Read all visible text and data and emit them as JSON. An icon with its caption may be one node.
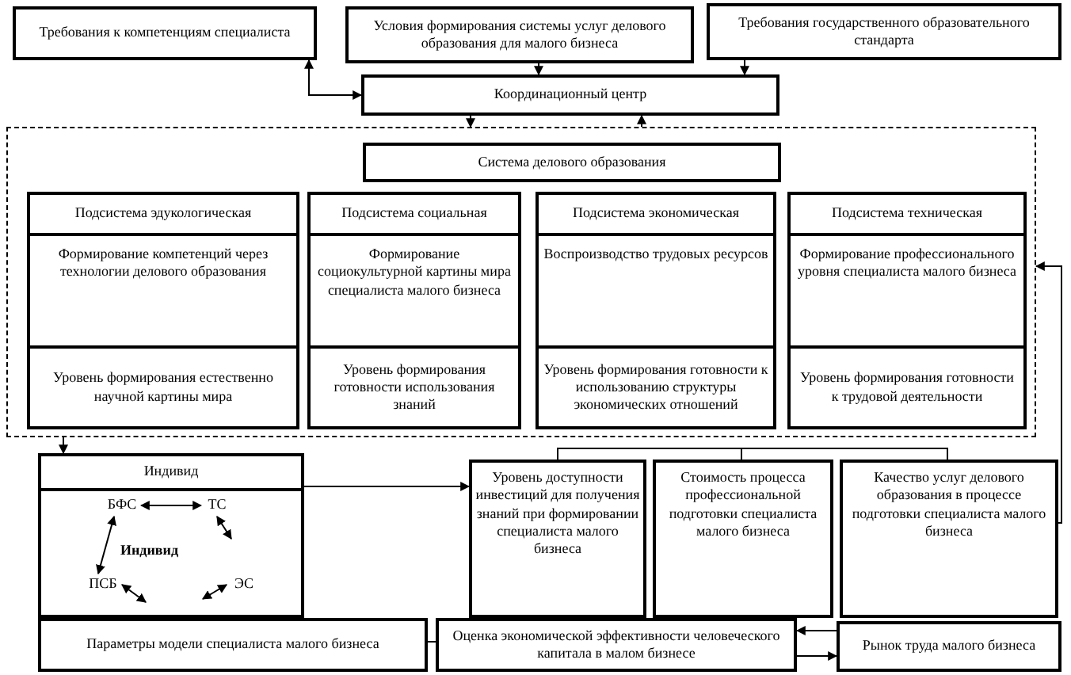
{
  "diagram": {
    "nodes": [
      {
        "text": [
          "Требования к компетенциям специалиста"
        ]
      },
      {
        "text": [
          "Условия формирования системы услуг делового образования для малого бизнеса"
        ]
      },
      {
        "text": [
          "Требования государственного образовательного стандарта"
        ]
      },
      {
        "text": [
          "Координационный центр"
        ]
      },
      {
        "text": [],
        "shape": "box"
      },
      {
        "text": [
          "Система делового образования"
        ],
        "in": 4
      },
      {
        "text": [
          "Подсистема эдукологическая",
          "Формирование компетенций через технологии делового образования",
          "Уровень формирования естественно научной картины мира"
        ],
        "in": 4
      },
      {
        "text": [
          "Подсистема социальная",
          "Формирование социокультурной картины мира специалиста малого бизнеса",
          "Уровень формирования готовности использования знаний"
        ],
        "in": 4
      },
      {
        "text": [
          "Подсистема экономическая",
          "Воспроизводство трудовых ресурсов",
          "Уровень формирования готовности к использованию структуры экономических отношений"
        ],
        "in": 4
      },
      {
        "text": [
          "Подсистема техническая",
          "Формирование профессионального уровня специалиста малого бизнеса",
          "Уровень формирования готовности к трудовой деятельности"
        ],
        "in": 4
      },
      {
        "text": [
          "Индивид",
          "Индивид"
        ]
      },
      {
        "text": [
          "БФС"
        ],
        "in": 10
      },
      {
        "text": [
          "ТС"
        ],
        "in": 10
      },
      {
        "text": [
          "ЭС"
        ],
        "in": 10
      },
      {
        "text": [
          "ПСБ"
        ],
        "in": 10
      },
      {
        "text": [
          "Уровень доступности инвестиций для получения знаний при формировании специалиста малого бизнеса"
        ]
      },
      {
        "text": [
          "Стоимость процесса профессиональной подготовки специалиста малого бизнеса"
        ]
      },
      {
        "text": [
          "Качество услуг делового образования в процессе подготовки специалиста малого бизнеса"
        ]
      },
      {
        "text": [
          "Параметры модели специалиста малого бизнеса"
        ]
      },
      {
        "text": [
          "Оценка экономической эффективности человеческого капитала в малом бизнесе"
        ]
      },
      {
        "text": [
          "Рынок труда малого бизнеса"
        ]
      }
    ],
    "edges": [
      {
        "from": 3,
        "to": 0,
        "arrow": "both"
      },
      {
        "from": 1,
        "to": 3,
        "arrow": "to"
      },
      {
        "from": 2,
        "to": 3,
        "arrow": "to"
      },
      {
        "from": 3,
        "to": 4,
        "arrow": "to"
      },
      {
        "from": 4,
        "to": 3,
        "arrow": "to"
      },
      {
        "from": 4,
        "to": 10,
        "arrow": "to"
      },
      {
        "from": 10,
        "to": 15,
        "arrow": "to"
      },
      {
        "from": 17,
        "to": 4,
        "arrow": "to"
      },
      {
        "from": 15,
        "to": 16,
        "arrow": "none"
      },
      {
        "from": 16,
        "to": 17,
        "arrow": "none"
      },
      {
        "from": 18,
        "to": 19,
        "arrow": "none"
      },
      {
        "from": 20,
        "to": 19,
        "arrow": "to"
      },
      {
        "from": 19,
        "to": 20,
        "arrow": "to"
      },
      {
        "from": 11,
        "to": 12,
        "arrow": "both"
      },
      {
        "from": 11,
        "to": 14,
        "arrow": "both"
      },
      {
        "from": 12,
        "to": null,
        "arrow": "both"
      },
      {
        "from": 13,
        "to": null,
        "arrow": "both"
      },
      {
        "from": 14,
        "to": null,
        "arrow": "both"
      }
    ]
  }
}
